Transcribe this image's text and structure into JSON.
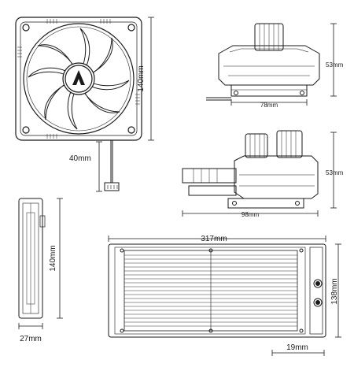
{
  "dimensions": {
    "fan_height": "140mm",
    "cable_length": "40mm",
    "pump_height_front": "53mm",
    "pump_width_front": "78mm",
    "pump_height_side": "53mm",
    "pump_depth_side": "98mm",
    "fan_side_height": "140mm",
    "fan_thickness": "27mm",
    "radiator_length": "317mm",
    "radiator_height": "138mm",
    "fitting_offset": "19mm"
  },
  "colors": {
    "line": "#1a1a1a",
    "background": "#ffffff"
  },
  "icons": {
    "logo": "arctic-arrow-logo"
  }
}
